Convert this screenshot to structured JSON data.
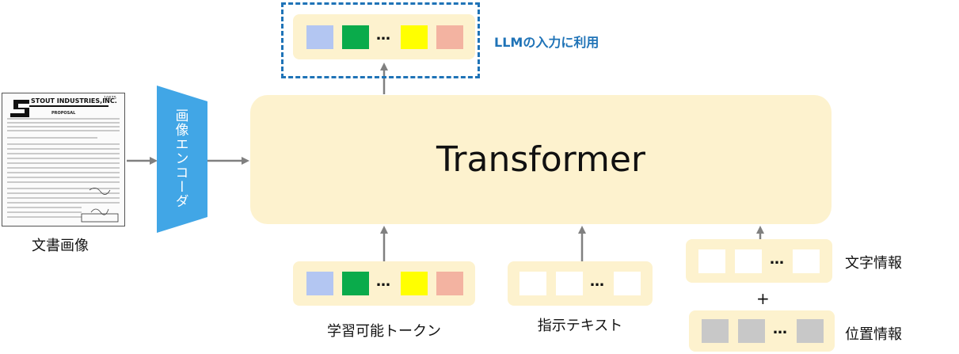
{
  "transformer": {
    "label": "Transformer"
  },
  "encoder": {
    "label": "画像エンコーダ",
    "color": "#41a6e6"
  },
  "document": {
    "caption": "文書画像",
    "header_text": "STOUT INDUSTRIES,INC.",
    "section_text": "PROPOSAL",
    "corner_number": "10675"
  },
  "output": {
    "label": "LLMの入力に利用",
    "label_color": "#1f73b7"
  },
  "learnable_tokens": {
    "caption": "学習可能トークン"
  },
  "instruction_text": {
    "caption": "指示テキスト"
  },
  "text_info": {
    "label": "文字情報"
  },
  "position_info": {
    "label": "位置情報"
  },
  "plus": "+",
  "ellipsis": "…",
  "colors": {
    "token_blue": "#b3c6f2",
    "token_green": "#0aab4b",
    "token_yellow": "#ffff00",
    "token_pink": "#f3b3a1",
    "token_gray": "#c8c8c8",
    "panel_fill": "#fdf2ce",
    "arrow": "#808080"
  }
}
